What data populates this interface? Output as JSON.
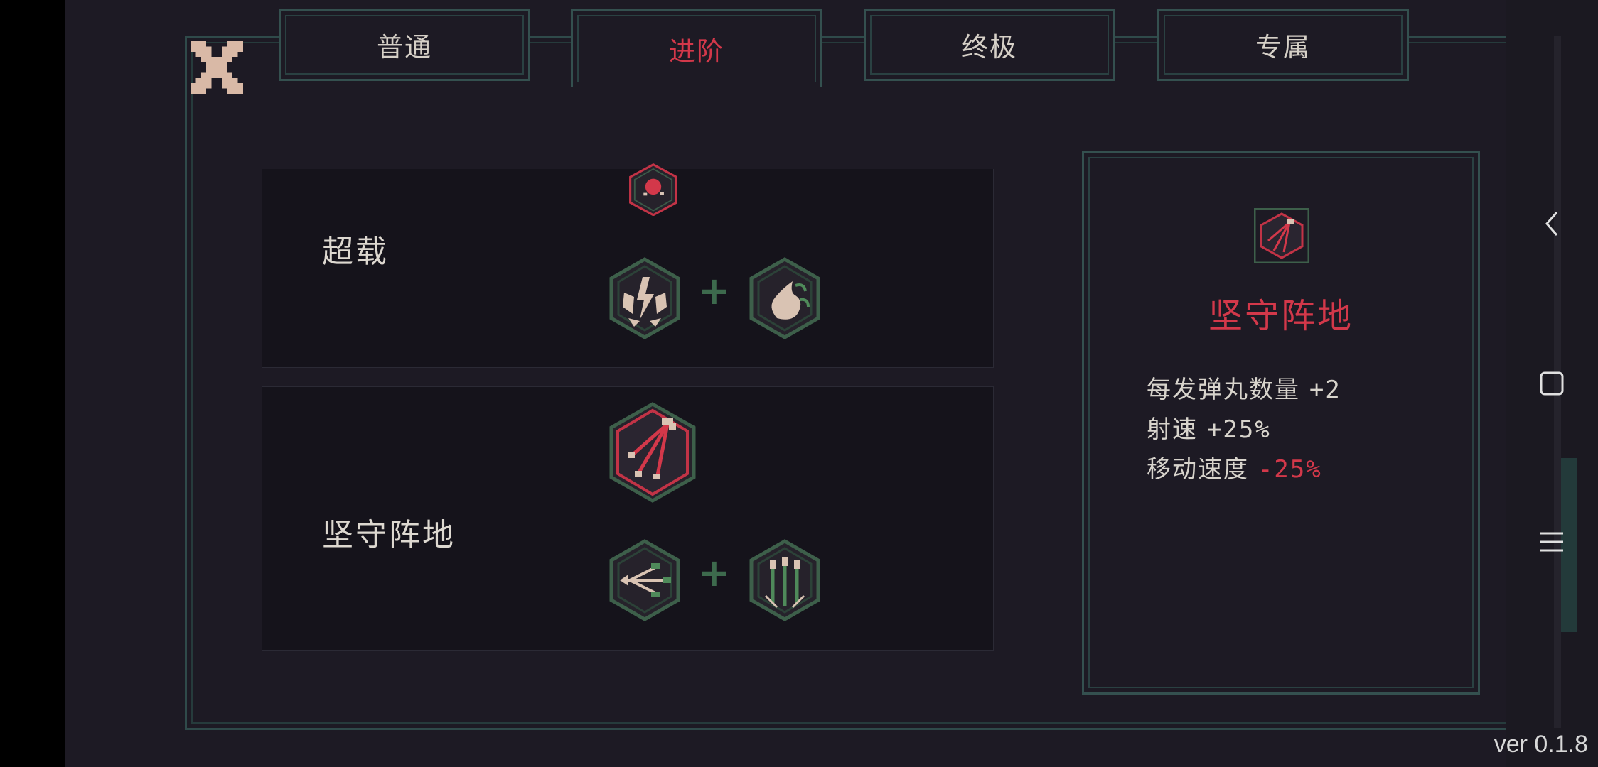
{
  "tabs": [
    {
      "label": "普通",
      "active": false
    },
    {
      "label": "进阶",
      "active": true
    },
    {
      "label": "终极",
      "active": false
    },
    {
      "label": "专属",
      "active": false
    }
  ],
  "combos": [
    {
      "name": "超载",
      "result_icon": "red-orb-hex-icon",
      "ingredient_a": "lightning-burst-hex-icon",
      "ingredient_b": "fireball-hex-icon",
      "plus": "+"
    },
    {
      "name": "坚守阵地",
      "result_icon": "triple-shot-hex-icon",
      "ingredient_a": "spread-arrows-hex-icon",
      "ingredient_b": "triple-bullets-hex-icon",
      "plus": "+"
    }
  ],
  "detail": {
    "icon": "triple-shot-hex-icon",
    "title": "坚守阵地",
    "stats": [
      {
        "label": "每发弹丸数量 ",
        "value": "+2",
        "negative": false
      },
      {
        "label": "射速 ",
        "value": "+25%",
        "negative": false
      },
      {
        "label": "移动速度 ",
        "value": "-25%",
        "negative": true
      }
    ]
  },
  "version": "ver 0.1.8",
  "colors": {
    "accent_red": "#d3384a",
    "frame_teal": "#34504f",
    "plus_green": "#3d6a4d",
    "background": "#1d1a24"
  }
}
